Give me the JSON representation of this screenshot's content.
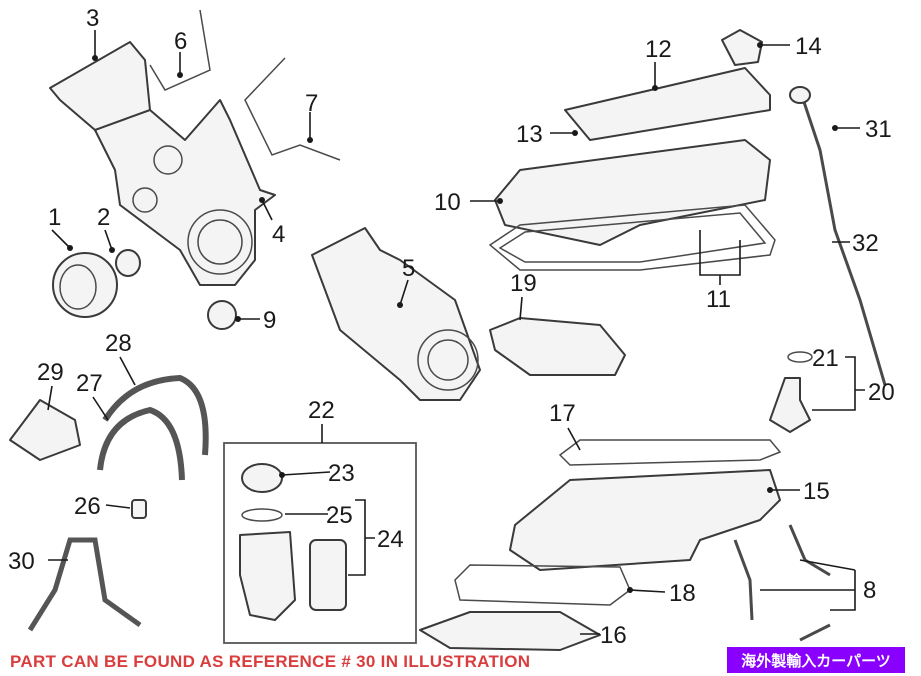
{
  "diagram": {
    "callouts": [
      "1",
      "2",
      "3",
      "4",
      "5",
      "6",
      "7",
      "8",
      "9",
      "10",
      "11",
      "12",
      "13",
      "14",
      "15",
      "16",
      "17",
      "18",
      "19",
      "20",
      "21",
      "22",
      "23",
      "24",
      "25",
      "26",
      "27",
      "28",
      "29",
      "30",
      "31",
      "32"
    ],
    "colors": {
      "line": "#3a3a3a",
      "note": "#d62828",
      "badge": "#8a00ff"
    }
  },
  "note": "PART CAN BE FOUND AS REFERENCE # 30 IN ILLUSTRATION",
  "badge": "海外製輸入カーパーツ"
}
